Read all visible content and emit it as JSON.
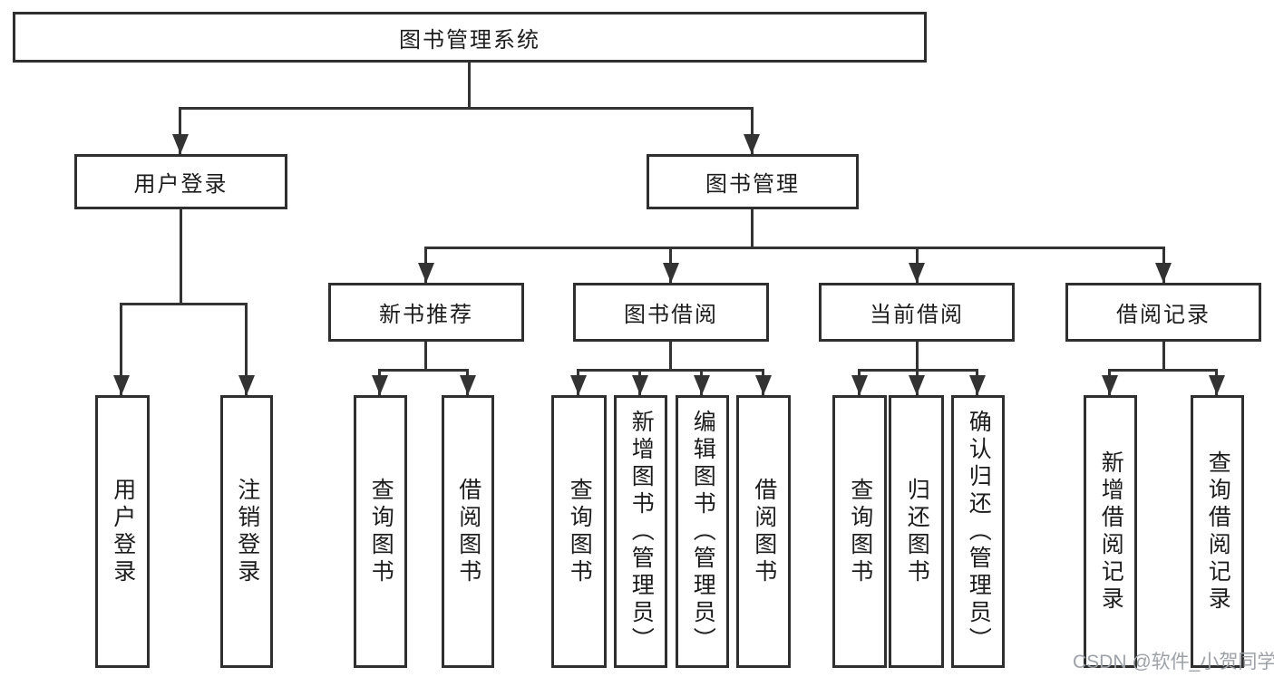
{
  "tree": {
    "label": "图书管理系统",
    "children": [
      {
        "label": "用户登录",
        "children": [
          {
            "label": "用户登录"
          },
          {
            "label": "注销登录"
          }
        ]
      },
      {
        "label": "图书管理",
        "children": [
          {
            "label": "新书推荐",
            "children": [
              {
                "label": "查询图书"
              },
              {
                "label": "借阅图书"
              }
            ]
          },
          {
            "label": "图书借阅",
            "children": [
              {
                "label": "查询图书"
              },
              {
                "label": "新增图书（管理员）"
              },
              {
                "label": "编辑图书（管理员）"
              },
              {
                "label": "借阅图书"
              }
            ]
          },
          {
            "label": "当前借阅",
            "children": [
              {
                "label": "查询图书"
              },
              {
                "label": "归还图书"
              },
              {
                "label": "确认归还（管理员）"
              }
            ]
          },
          {
            "label": "借阅记录",
            "children": [
              {
                "label": "新增借阅记录"
              },
              {
                "label": "查询借阅记录"
              }
            ]
          }
        ]
      }
    ]
  },
  "watermark": "CSDN @软件_小贺同学",
  "colors": {
    "line": "#333333",
    "box_border": "#2f2f2f",
    "text": "#1c1c1c",
    "watermark": "#9da2a8",
    "background": "#ffffff"
  }
}
